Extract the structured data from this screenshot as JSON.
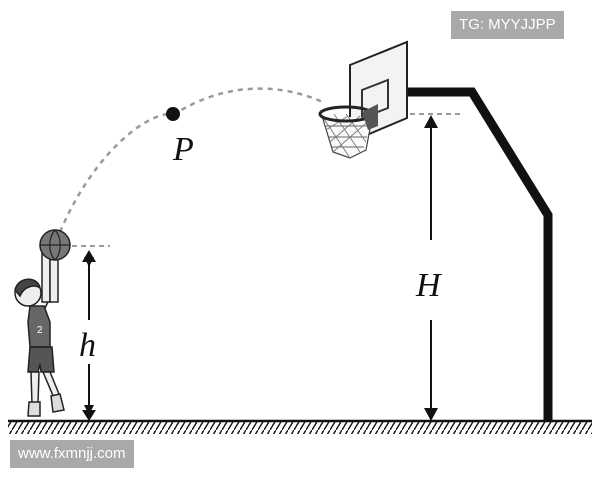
{
  "labels": {
    "point_p": "P",
    "height_h": "h",
    "height_H": "H"
  },
  "watermarks": {
    "top_right": "TG: MYYJJPP",
    "bottom_left": "www.fxmnjj.com"
  },
  "colors": {
    "ink": "#111111",
    "trajectory": "#9a9a9a",
    "watermark_bg": "#a9a9a9",
    "watermark_text": "#ffffff"
  },
  "icons": [
    "basketball-icon",
    "player-icon",
    "hoop-icon"
  ]
}
